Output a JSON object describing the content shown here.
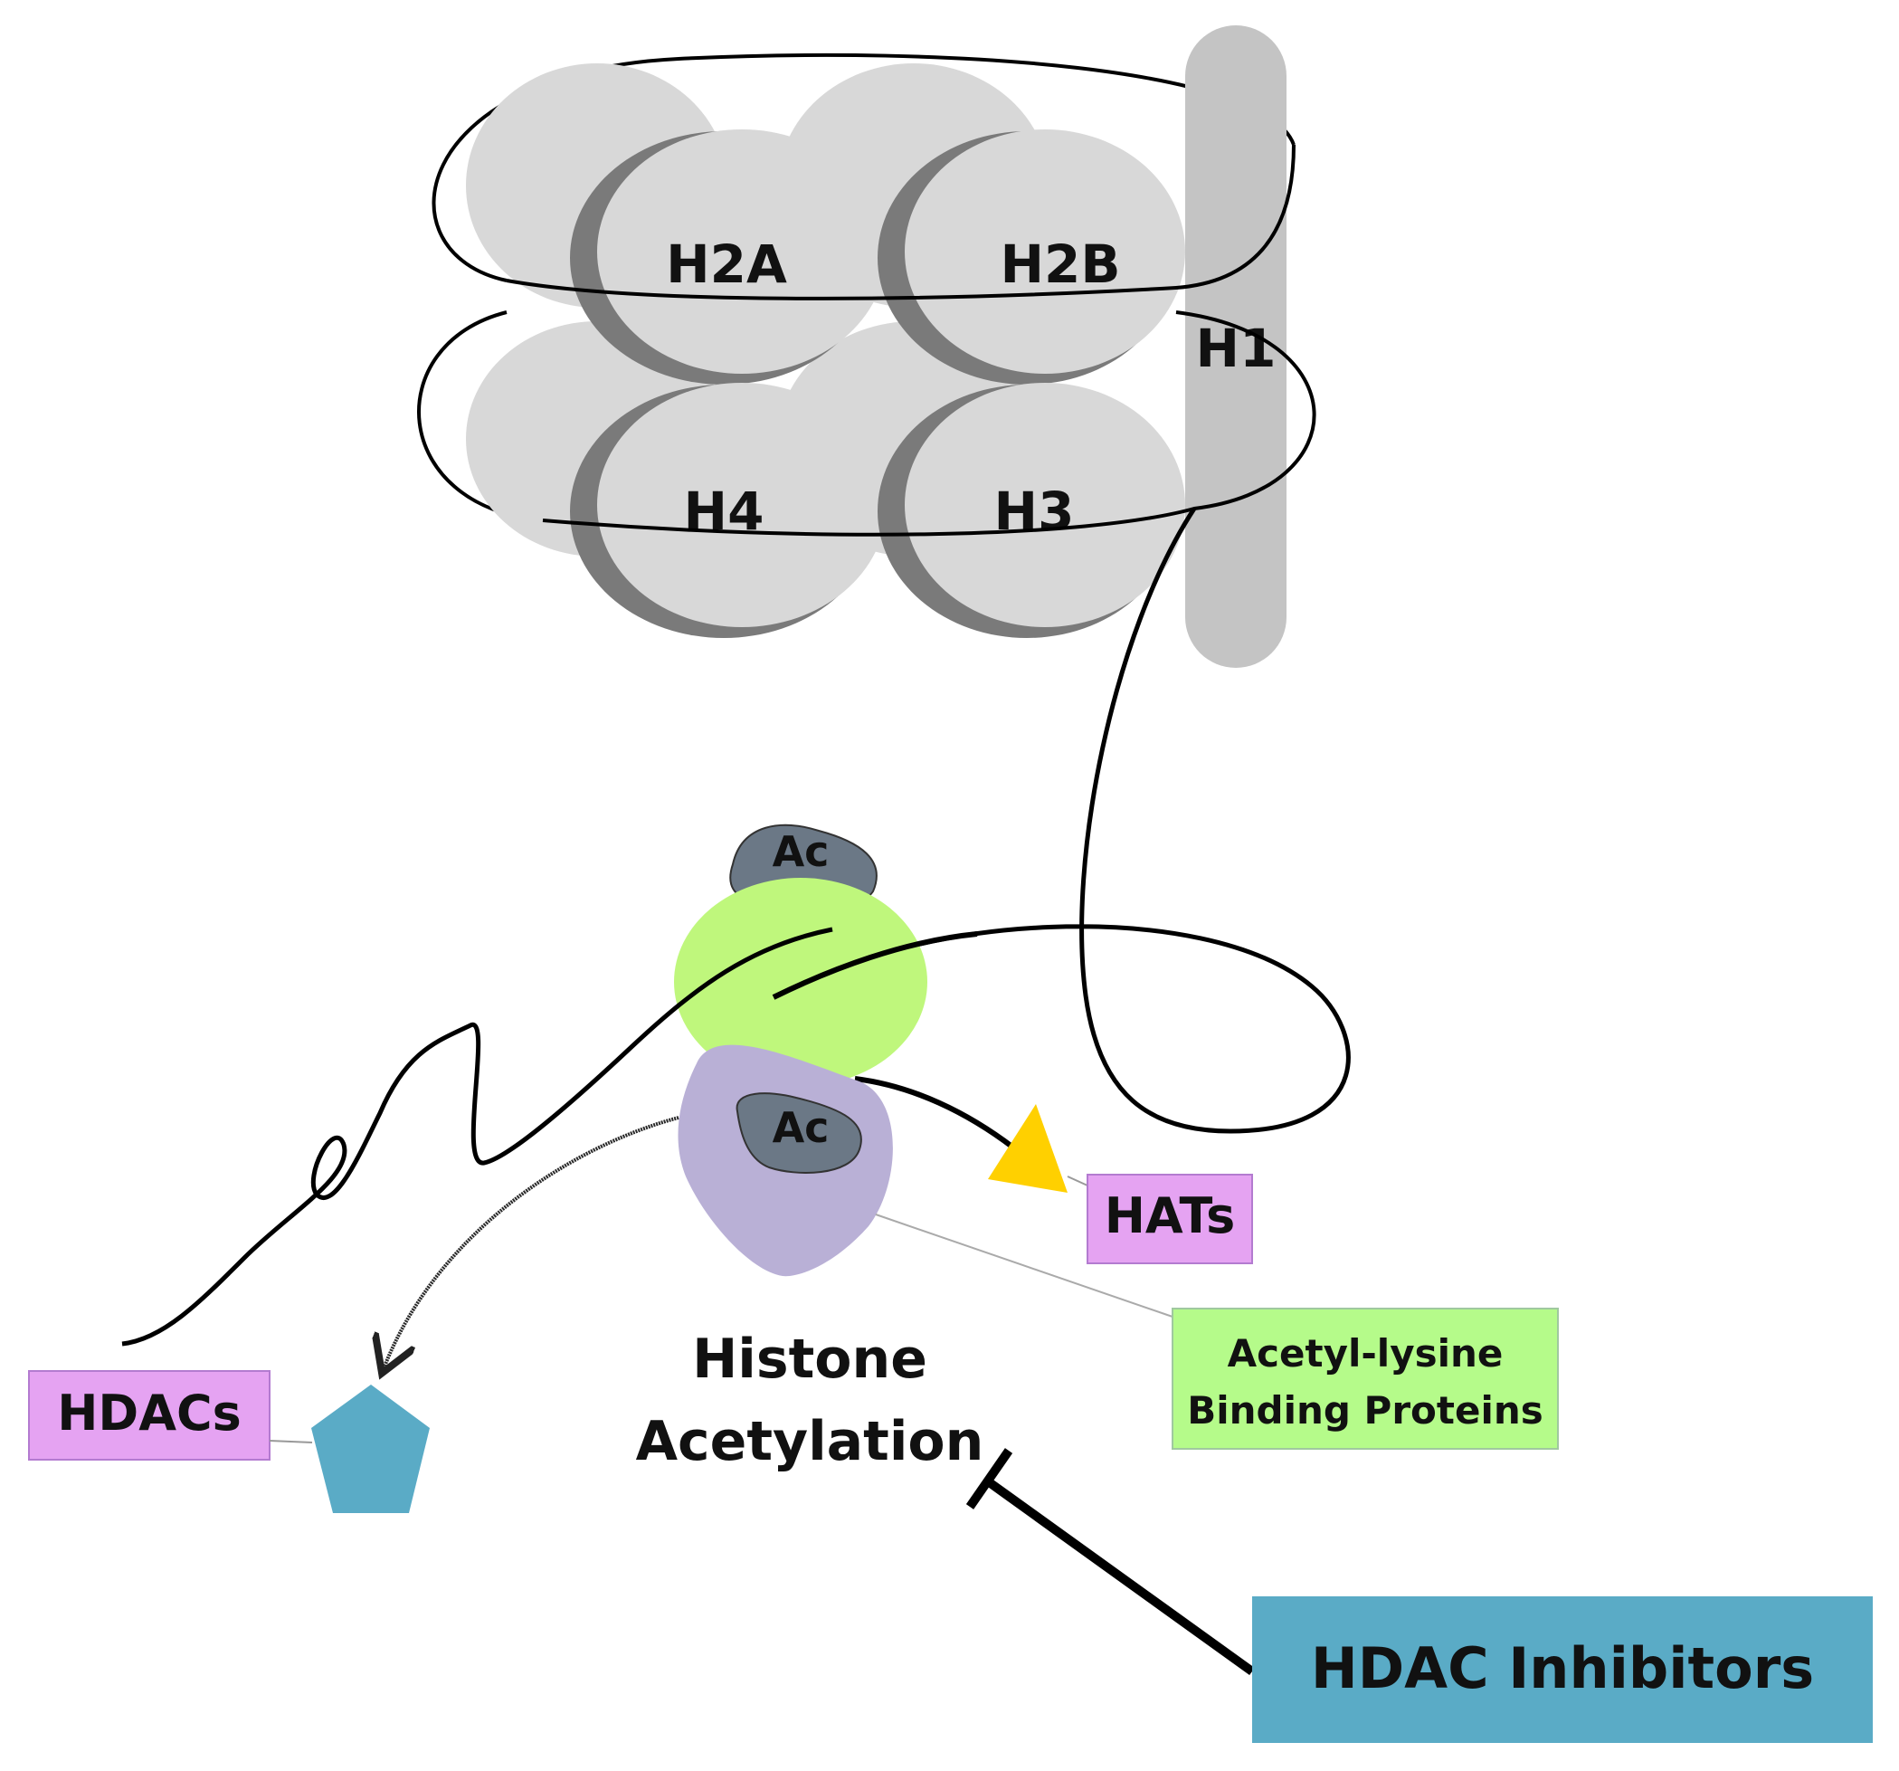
{
  "histones": {
    "h2a": "H2A",
    "h2b": "H2B",
    "h3": "H3",
    "h4": "H4",
    "h1": "H1"
  },
  "acetyl": {
    "top": "Ac",
    "bottom": "Ac"
  },
  "labels": {
    "hats": "HATs",
    "hdacs": "HDACs",
    "binding_line1": "Acetyl-lysine",
    "binding_line2": "Binding Proteins",
    "process_line1": "Histone",
    "process_line2": "Acetylation",
    "inhibitors": "HDAC Inhibitors"
  },
  "colors": {
    "histone_light": "#d8d8d8",
    "histone_shadow": "#7a7a7a",
    "h1_rod": "#c4c4c4",
    "acetyl_group": "#6b7886",
    "green_protein": "#bff77c",
    "purple_protein": "#b9b0d6",
    "hats_triangle": "#ffd000",
    "hdac_pentagon": "#5aabc6",
    "pink_box": "#e5a3f2",
    "green_box": "#b5fb8a",
    "inhibitor_box": "#5aabc6"
  }
}
